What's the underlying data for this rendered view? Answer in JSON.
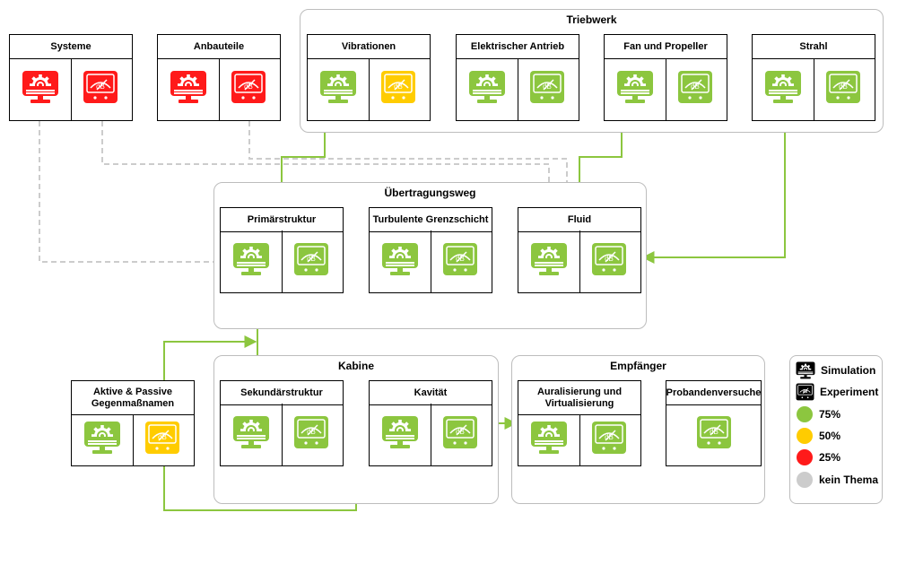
{
  "groups": {
    "triebwerk": "Triebwerk",
    "uebertragung": "Übertragungsweg",
    "kabine": "Kabine",
    "empfaenger": "Empfänger"
  },
  "colors": {
    "green": "#8cc63f",
    "yellow": "#ffcc00",
    "red": "#ff1a1a",
    "grey": "#cccccc",
    "black": "#000000"
  },
  "nodes": {
    "systeme": {
      "label": "Systeme",
      "simulation": "red",
      "experiment": "red"
    },
    "anbauteile": {
      "label": "Anbauteile",
      "simulation": "red",
      "experiment": "red"
    },
    "vibrationen": {
      "label": "Vibrationen",
      "simulation": "green",
      "experiment": "yellow"
    },
    "elektrischer_antrieb": {
      "label": "Elektrischer Antrieb",
      "simulation": "green",
      "experiment": "green"
    },
    "fan_propeller": {
      "label": "Fan und Propeller",
      "simulation": "green",
      "experiment": "green"
    },
    "strahl": {
      "label": "Strahl",
      "simulation": "green",
      "experiment": "green"
    },
    "primaerstruktur": {
      "label": "Primärstruktur",
      "simulation": "green",
      "experiment": "green"
    },
    "turbulente_grenzschicht": {
      "label": "Turbulente Grenzschicht",
      "simulation": "green",
      "experiment": "green"
    },
    "fluid": {
      "label": "Fluid",
      "simulation": "green",
      "experiment": "green"
    },
    "gegenmassnahmen": {
      "label": "Aktive & Passive Gegenmaßnamen",
      "simulation": "green",
      "experiment": "yellow"
    },
    "sekundaerstruktur": {
      "label": "Sekundärstruktur",
      "simulation": "green",
      "experiment": "green"
    },
    "kavitaet": {
      "label": "Kavität",
      "simulation": "green",
      "experiment": "green"
    },
    "auralisierung": {
      "label": "Auralisierung und Virtualisierung",
      "simulation": "green",
      "experiment": "green"
    },
    "probandenversuche": {
      "label": "Probandenversuche",
      "experiment": "green"
    }
  },
  "icon_text": {
    "db": "dB"
  },
  "icons": {
    "simulation": "gear-monitor-icon",
    "experiment": "db-meter-icon"
  },
  "legend": {
    "simulation": "Simulation",
    "experiment": "Experiment",
    "pct75": "75%",
    "pct50": "50%",
    "pct25": "25%",
    "kein": "kein Thema"
  }
}
